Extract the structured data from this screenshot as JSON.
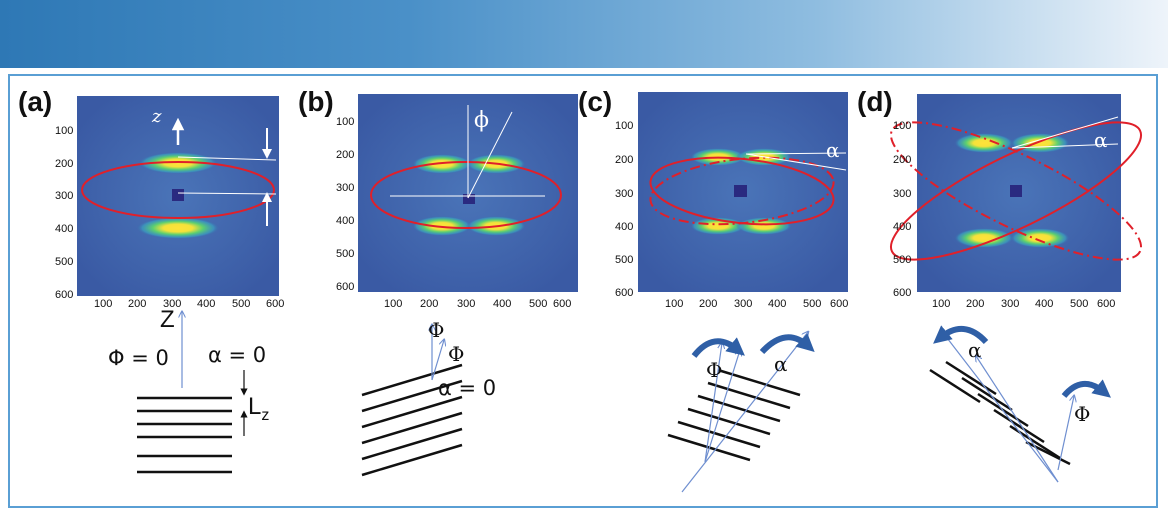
{
  "panels": [
    {
      "label": "(a)"
    },
    {
      "label": "(b)"
    },
    {
      "label": "(c)"
    },
    {
      "label": "(d)"
    }
  ],
  "axes": {
    "ticks": [
      "100",
      "200",
      "300",
      "400",
      "500",
      "600"
    ]
  },
  "annotations": {
    "a_z": "z",
    "a_Z": "Z",
    "a_phi": "Φ = 0",
    "a_alpha": "α = 0",
    "a_L": "L",
    "a_Lsub": "z",
    "b_phi_img": "ϕ",
    "b_Phi1": "Φ",
    "b_Phi2": "Φ",
    "b_alpha": "α = 0",
    "c_alpha_img": "α",
    "c_Phi": "Φ",
    "c_alpha": "α",
    "d_alpha_img": "α",
    "d_alpha": "α",
    "d_Phi": "Φ"
  },
  "colors": {
    "banner_start": "#2e78b5",
    "frame": "#5a9fd4",
    "image_bg": "#3b5fa8",
    "ellipse": "#e0202a",
    "arrow_blue": "#6f8fd0",
    "curl_arrow": "#2f5fa6"
  }
}
